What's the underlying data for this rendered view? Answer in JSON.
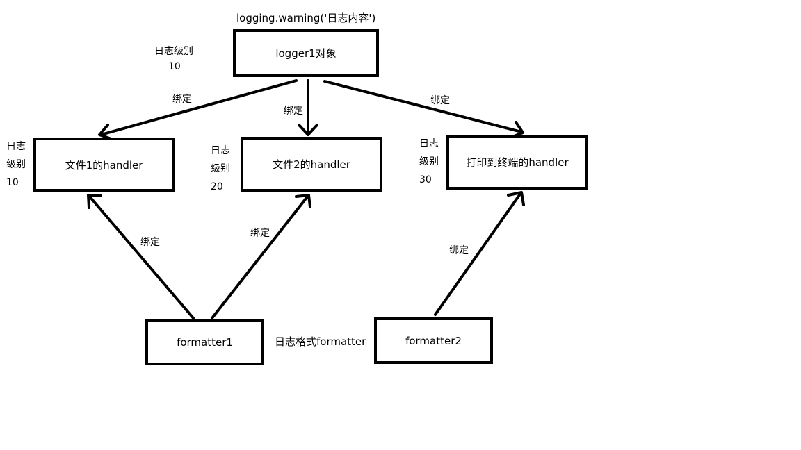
{
  "call_text": "logging.warning('日志内容')",
  "logger": {
    "label": "logger1对象",
    "level_label": "日志级别",
    "level_value": "10"
  },
  "handlers": [
    {
      "label": "文件1的handler",
      "level_line1": "日志",
      "level_line2": "级别",
      "level_value": "10"
    },
    {
      "label": "文件2的handler",
      "level_line1": "日志",
      "level_line2": "级别",
      "level_value": "20"
    },
    {
      "label": "打印到终端的handler",
      "level_line1": "日志",
      "level_line2": "级别",
      "level_value": "30"
    }
  ],
  "formatters": [
    {
      "label": "formatter1"
    },
    {
      "label": "formatter2"
    }
  ],
  "formatter_caption": "日志格式formatter",
  "bind_label": "绑定"
}
